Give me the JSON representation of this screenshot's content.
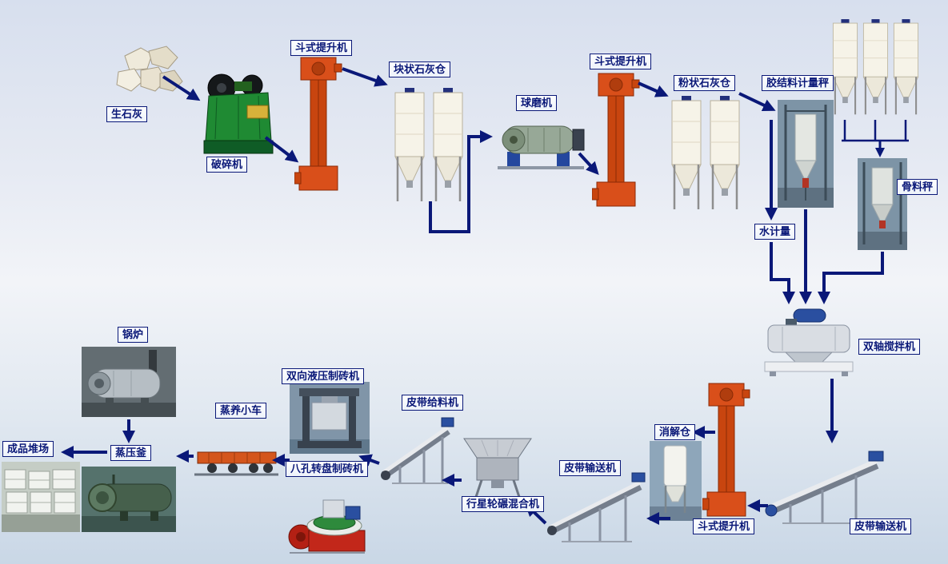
{
  "diagram": {
    "accent_color": "#0a1878",
    "label_bg": "#f4f8ff",
    "nodes": [
      {
        "id": "quicklime",
        "label": "生石灰"
      },
      {
        "id": "crusher",
        "label": "破碎机"
      },
      {
        "id": "bucket-elevator-1",
        "label": "斗式提升机"
      },
      {
        "id": "lump-lime-silo",
        "label": "块状石灰仓"
      },
      {
        "id": "ball-mill",
        "label": "球磨机"
      },
      {
        "id": "bucket-elevator-2",
        "label": "斗式提升机"
      },
      {
        "id": "powder-lime-silo",
        "label": "粉状石灰仓"
      },
      {
        "id": "binder-scale",
        "label": "胶结料计量秤"
      },
      {
        "id": "aggregate-scale",
        "label": "骨料秤"
      },
      {
        "id": "water-meter",
        "label": "水计量"
      },
      {
        "id": "twin-shaft-mixer",
        "label": "双轴搅拌机"
      },
      {
        "id": "digestion-silo",
        "label": "消解仓"
      },
      {
        "id": "bucket-elevator-3",
        "label": "斗式提升机"
      },
      {
        "id": "belt-conveyor-right",
        "label": "皮带输送机"
      },
      {
        "id": "belt-conveyor-mid",
        "label": "皮带输送机"
      },
      {
        "id": "planetary-mixer",
        "label": "行星轮碾混合机"
      },
      {
        "id": "belt-feeder",
        "label": "皮带给料机"
      },
      {
        "id": "hydraulic-press",
        "label": "双向液压制砖机"
      },
      {
        "id": "rotary-press",
        "label": "八孔转盘制砖机"
      },
      {
        "id": "curing-cart",
        "label": "蒸养小车"
      },
      {
        "id": "autoclave",
        "label": "蒸压釜"
      },
      {
        "id": "product-yard",
        "label": "成品堆场"
      },
      {
        "id": "boiler",
        "label": "锅炉"
      }
    ],
    "flow": [
      {
        "from": "quicklime",
        "to": "crusher"
      },
      {
        "from": "crusher",
        "to": "bucket-elevator-1"
      },
      {
        "from": "bucket-elevator-1",
        "to": "lump-lime-silo"
      },
      {
        "from": "lump-lime-silo",
        "to": "ball-mill"
      },
      {
        "from": "ball-mill",
        "to": "bucket-elevator-2"
      },
      {
        "from": "bucket-elevator-2",
        "to": "powder-lime-silo"
      },
      {
        "from": "powder-lime-silo",
        "to": "binder-scale"
      },
      {
        "from": "binder-scale",
        "to": "twin-shaft-mixer"
      },
      {
        "from": "aggregate-scale",
        "to": "twin-shaft-mixer"
      },
      {
        "from": "water-meter",
        "to": "twin-shaft-mixer"
      },
      {
        "from": "twin-shaft-mixer",
        "to": "belt-conveyor-right"
      },
      {
        "from": "belt-conveyor-right",
        "to": "bucket-elevator-3"
      },
      {
        "from": "bucket-elevator-3",
        "to": "digestion-silo"
      },
      {
        "from": "digestion-silo",
        "to": "belt-conveyor-mid"
      },
      {
        "from": "belt-conveyor-mid",
        "to": "planetary-mixer"
      },
      {
        "from": "planetary-mixer",
        "to": "belt-feeder"
      },
      {
        "from": "belt-feeder",
        "to": "hydraulic-press"
      },
      {
        "from": "belt-feeder",
        "to": "rotary-press"
      },
      {
        "from": "hydraulic-press",
        "to": "curing-cart"
      },
      {
        "from": "rotary-press",
        "to": "curing-cart"
      },
      {
        "from": "curing-cart",
        "to": "autoclave"
      },
      {
        "from": "autoclave",
        "to": "product-yard"
      },
      {
        "from": "boiler",
        "to": "autoclave"
      }
    ]
  }
}
